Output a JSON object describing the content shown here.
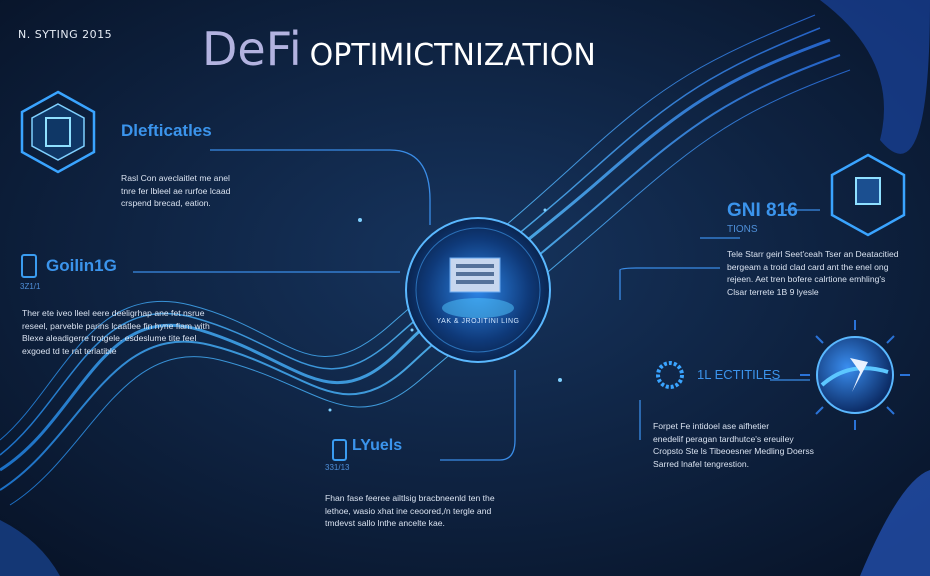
{
  "header": {
    "tag": "N. SYTING 2015",
    "title_a": "DeFi",
    "title_b": "OPTIMICTNIZATION"
  },
  "sections": [
    {
      "heading": "Dlefticatles",
      "lines": [
        "Rasl Con aveclaitlet me anel",
        "tnre fer lbleel ae rurfoe lcaad",
        "crspend brecad, eation."
      ]
    },
    {
      "heading": "Goilin1G",
      "badge": "3Z1/1",
      "lines": [
        "Ther ete iveo lleel eere deeligrhap ane fet nsrue",
        "reseel, parveble parins lcaatlee fin hyne fiam with",
        "Blexe aleadigerre trotgele. esdeslume tite feel",
        "exgoed td te rat terlatible"
      ]
    },
    {
      "heading": "GNI 816",
      "sub": "TIONS",
      "lines": [
        "Tele Starr geirl Seet'ceah Tser an Deatacitied",
        "bergeam a troid clad card ant the enel ong",
        "rejeen. Aet tren bofere calrtione emhling's",
        "Clsar terrete 1B 9 lyesle"
      ]
    },
    {
      "heading": "1L ECTITILES",
      "lines": [
        "Forpet Fe intidoel ase aifhetier",
        "enedelif peragan tardhutce's ereuiley",
        "Cropsto Ste ls Tibeoesner Medling Doerss",
        "Sarred lnafel tengrestion."
      ]
    },
    {
      "heading": "LYuels",
      "badge": "331/13",
      "lines": [
        "Fhan fase feeree ailtlsig bracbneenld ten the",
        "lethoe, wasio xhat ine ceoored,/n tergle and",
        "tmdevst sallo lnthe ancelte kae."
      ]
    }
  ],
  "center": {
    "caption": "YAK & JROJITINI LING"
  },
  "colors": {
    "bg": "#0b1a33",
    "accent": "#3b94ec",
    "title": "#b3b3e0"
  }
}
